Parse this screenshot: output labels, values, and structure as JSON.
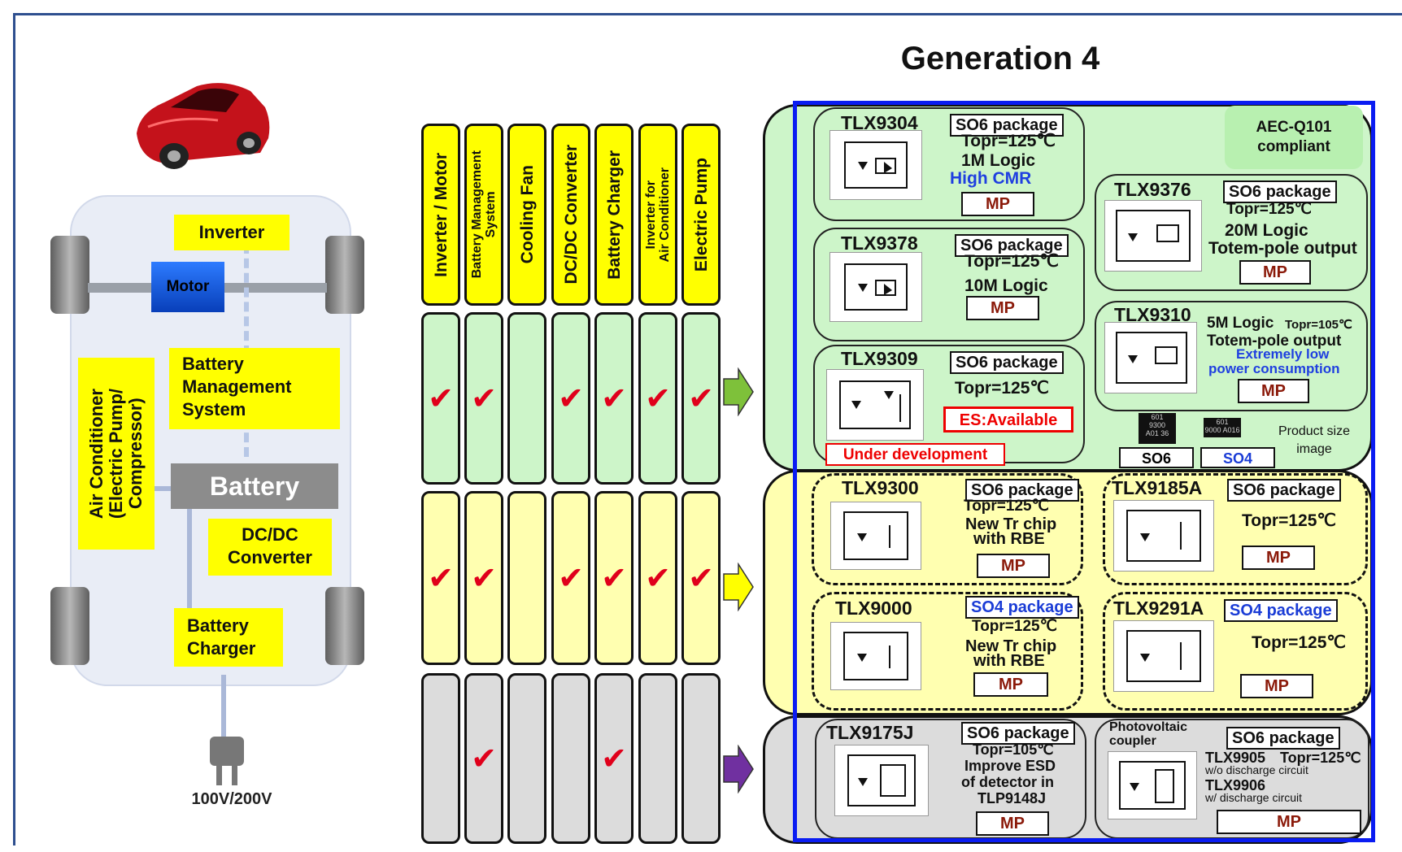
{
  "title": "Generation 4",
  "car_diagram": {
    "inverter": "Inverter",
    "motor": "Motor",
    "bms": [
      "Battery",
      "Management",
      "System"
    ],
    "air_conditioner": [
      "Air Conditioner",
      "(Electric Pump/",
      "Compressor)"
    ],
    "battery": "Battery",
    "dcdc": [
      "DC/DC",
      "Converter"
    ],
    "charger": [
      "Battery",
      "Charger"
    ],
    "voltage": "100V/200V"
  },
  "applications": [
    {
      "label": "Inverter / Motor"
    },
    {
      "label": "Battery Management\nSystem"
    },
    {
      "label": "Cooling Fan"
    },
    {
      "label": "DC/DC Converter"
    },
    {
      "label": "Battery Charger"
    },
    {
      "label": "Inverter for\nAir Conditioner"
    },
    {
      "label": "Electric Pump"
    }
  ],
  "matrix": {
    "check_symbol": "✔",
    "rows": [
      {
        "tier": "green",
        "checks": [
          true,
          true,
          false,
          true,
          true,
          true,
          true
        ]
      },
      {
        "tier": "yellow",
        "checks": [
          true,
          true,
          false,
          true,
          true,
          true,
          true
        ]
      },
      {
        "tier": "gray",
        "checks": [
          false,
          true,
          false,
          false,
          true,
          false,
          false
        ]
      }
    ],
    "arrow_colors": [
      "#7ec13a",
      "#ffff00",
      "#7030a0"
    ]
  },
  "aec": [
    "AEC-Q101",
    "compliant"
  ],
  "products": {
    "tlx9304": {
      "name": "TLX9304",
      "package": "SO6 package",
      "specs": [
        "Topr=125℃",
        "1M Logic"
      ],
      "highlight": "High CMR",
      "status": "MP"
    },
    "tlx9378": {
      "name": "TLX9378",
      "package": "SO6 package",
      "specs": [
        "Topr=125℃",
        "10M Logic"
      ],
      "status": "MP"
    },
    "tlx9309": {
      "name": "TLX9309",
      "package": "SO6 package",
      "specs": [
        "Topr=125℃"
      ],
      "es": "ES:Available",
      "under_dev": "Under development"
    },
    "tlx9376": {
      "name": "TLX9376",
      "package": "SO6 package",
      "specs": [
        "Topr=125℃",
        "20M Logic",
        "Totem-pole output"
      ],
      "status": "MP"
    },
    "tlx9310": {
      "name": "TLX9310",
      "line1": "5M Logic",
      "topr": "Topr=105℃",
      "line2": "Totem-pole output",
      "highlight": [
        "Extremely low",
        "power consumption"
      ],
      "status": "MP"
    },
    "size_image": {
      "so6": "SO6",
      "so4": "SO4",
      "label": [
        "Product size",
        "image"
      ],
      "chip_so6_text": [
        "601",
        "9300",
        "A01 36"
      ],
      "chip_so4_text": [
        "601",
        "9000 A016"
      ]
    },
    "tlx9300": {
      "name": "TLX9300",
      "package": "SO6 package",
      "specs": [
        "Topr=125℃",
        "New Tr chip",
        "with RBE"
      ],
      "status": "MP"
    },
    "tlx9185a": {
      "name": "TLX9185A",
      "package": "SO6 package",
      "specs": [
        "Topr=125℃"
      ],
      "status": "MP"
    },
    "tlx9000": {
      "name": "TLX9000",
      "package": "SO4 package",
      "specs": [
        "Topr=125℃",
        "New Tr chip",
        "with RBE"
      ],
      "status": "MP"
    },
    "tlx9291a": {
      "name": "TLX9291A",
      "package": "SO4 package",
      "specs": [
        "Topr=125℃"
      ],
      "status": "MP"
    },
    "tlx9175j": {
      "name": "TLX9175J",
      "package": "SO6 package",
      "specs": [
        "Topr=105℃",
        "Improve ESD",
        "of detector in",
        "TLP9148J"
      ],
      "status": "MP"
    },
    "photovoltaic": {
      "title": [
        "Photovoltaic",
        "coupler"
      ],
      "package": "SO6 package",
      "p1": "TLX9905",
      "p1_topr": "Topr=125℃",
      "p1_note": "w/o discharge circuit",
      "p2": "TLX9906",
      "p2_note": "w/ discharge circuit",
      "status": "MP"
    }
  }
}
